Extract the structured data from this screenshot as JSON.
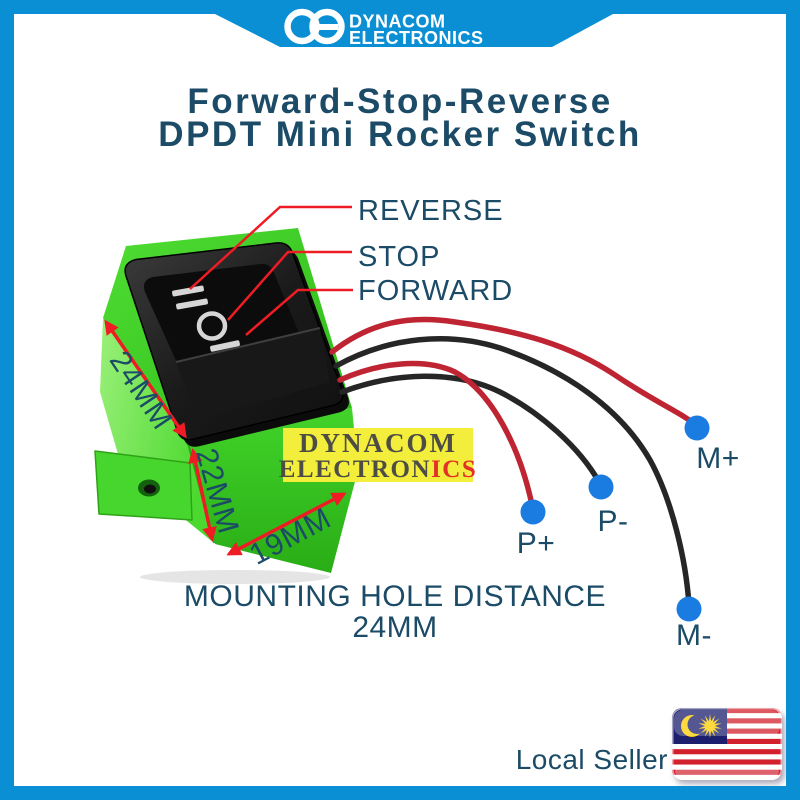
{
  "banner": {
    "logo_line1": "DYNACOM",
    "logo_line2": "ELECTRONICS",
    "logo_icon": "dynacom-rings-icon"
  },
  "title": {
    "line1": "Forward-Stop-Reverse",
    "line2": "DPDT Mini Rocker Switch"
  },
  "callouts": {
    "reverse": "REVERSE",
    "stop": "STOP",
    "forward": "FORWARD"
  },
  "switch_markings": {
    "reverse_symbol": "II",
    "stop_symbol": "O",
    "forward_symbol": "I"
  },
  "dimensions": {
    "depth": "24MM",
    "height": "22MM",
    "width": "19MM"
  },
  "mounting": {
    "line1": "MOUNTING HOLE DISTANCE",
    "line2": "24MM"
  },
  "wire_labels": {
    "m_plus": "M+",
    "p_minus": "P-",
    "p_plus": "P+",
    "m_minus": "M-"
  },
  "watermark": {
    "line1": "DYNACOM",
    "line2_main": "ELECTRON",
    "line2_accent": "ICS"
  },
  "footer": {
    "local_seller": "Local Seller",
    "flag_icon": "malaysia-flag-icon"
  },
  "colors": {
    "banner_blue": "#0a8fd4",
    "text_teal": "#1b4b66",
    "callout_red": "#ee1c24",
    "wire_red": "#bf2433",
    "wire_black": "#262626",
    "terminal_dot_blue": "#1a7ce0",
    "body_green": "#3fd429",
    "watermark_yellow": "#f3ed3b",
    "watermark_accent_red": "#e23228"
  }
}
